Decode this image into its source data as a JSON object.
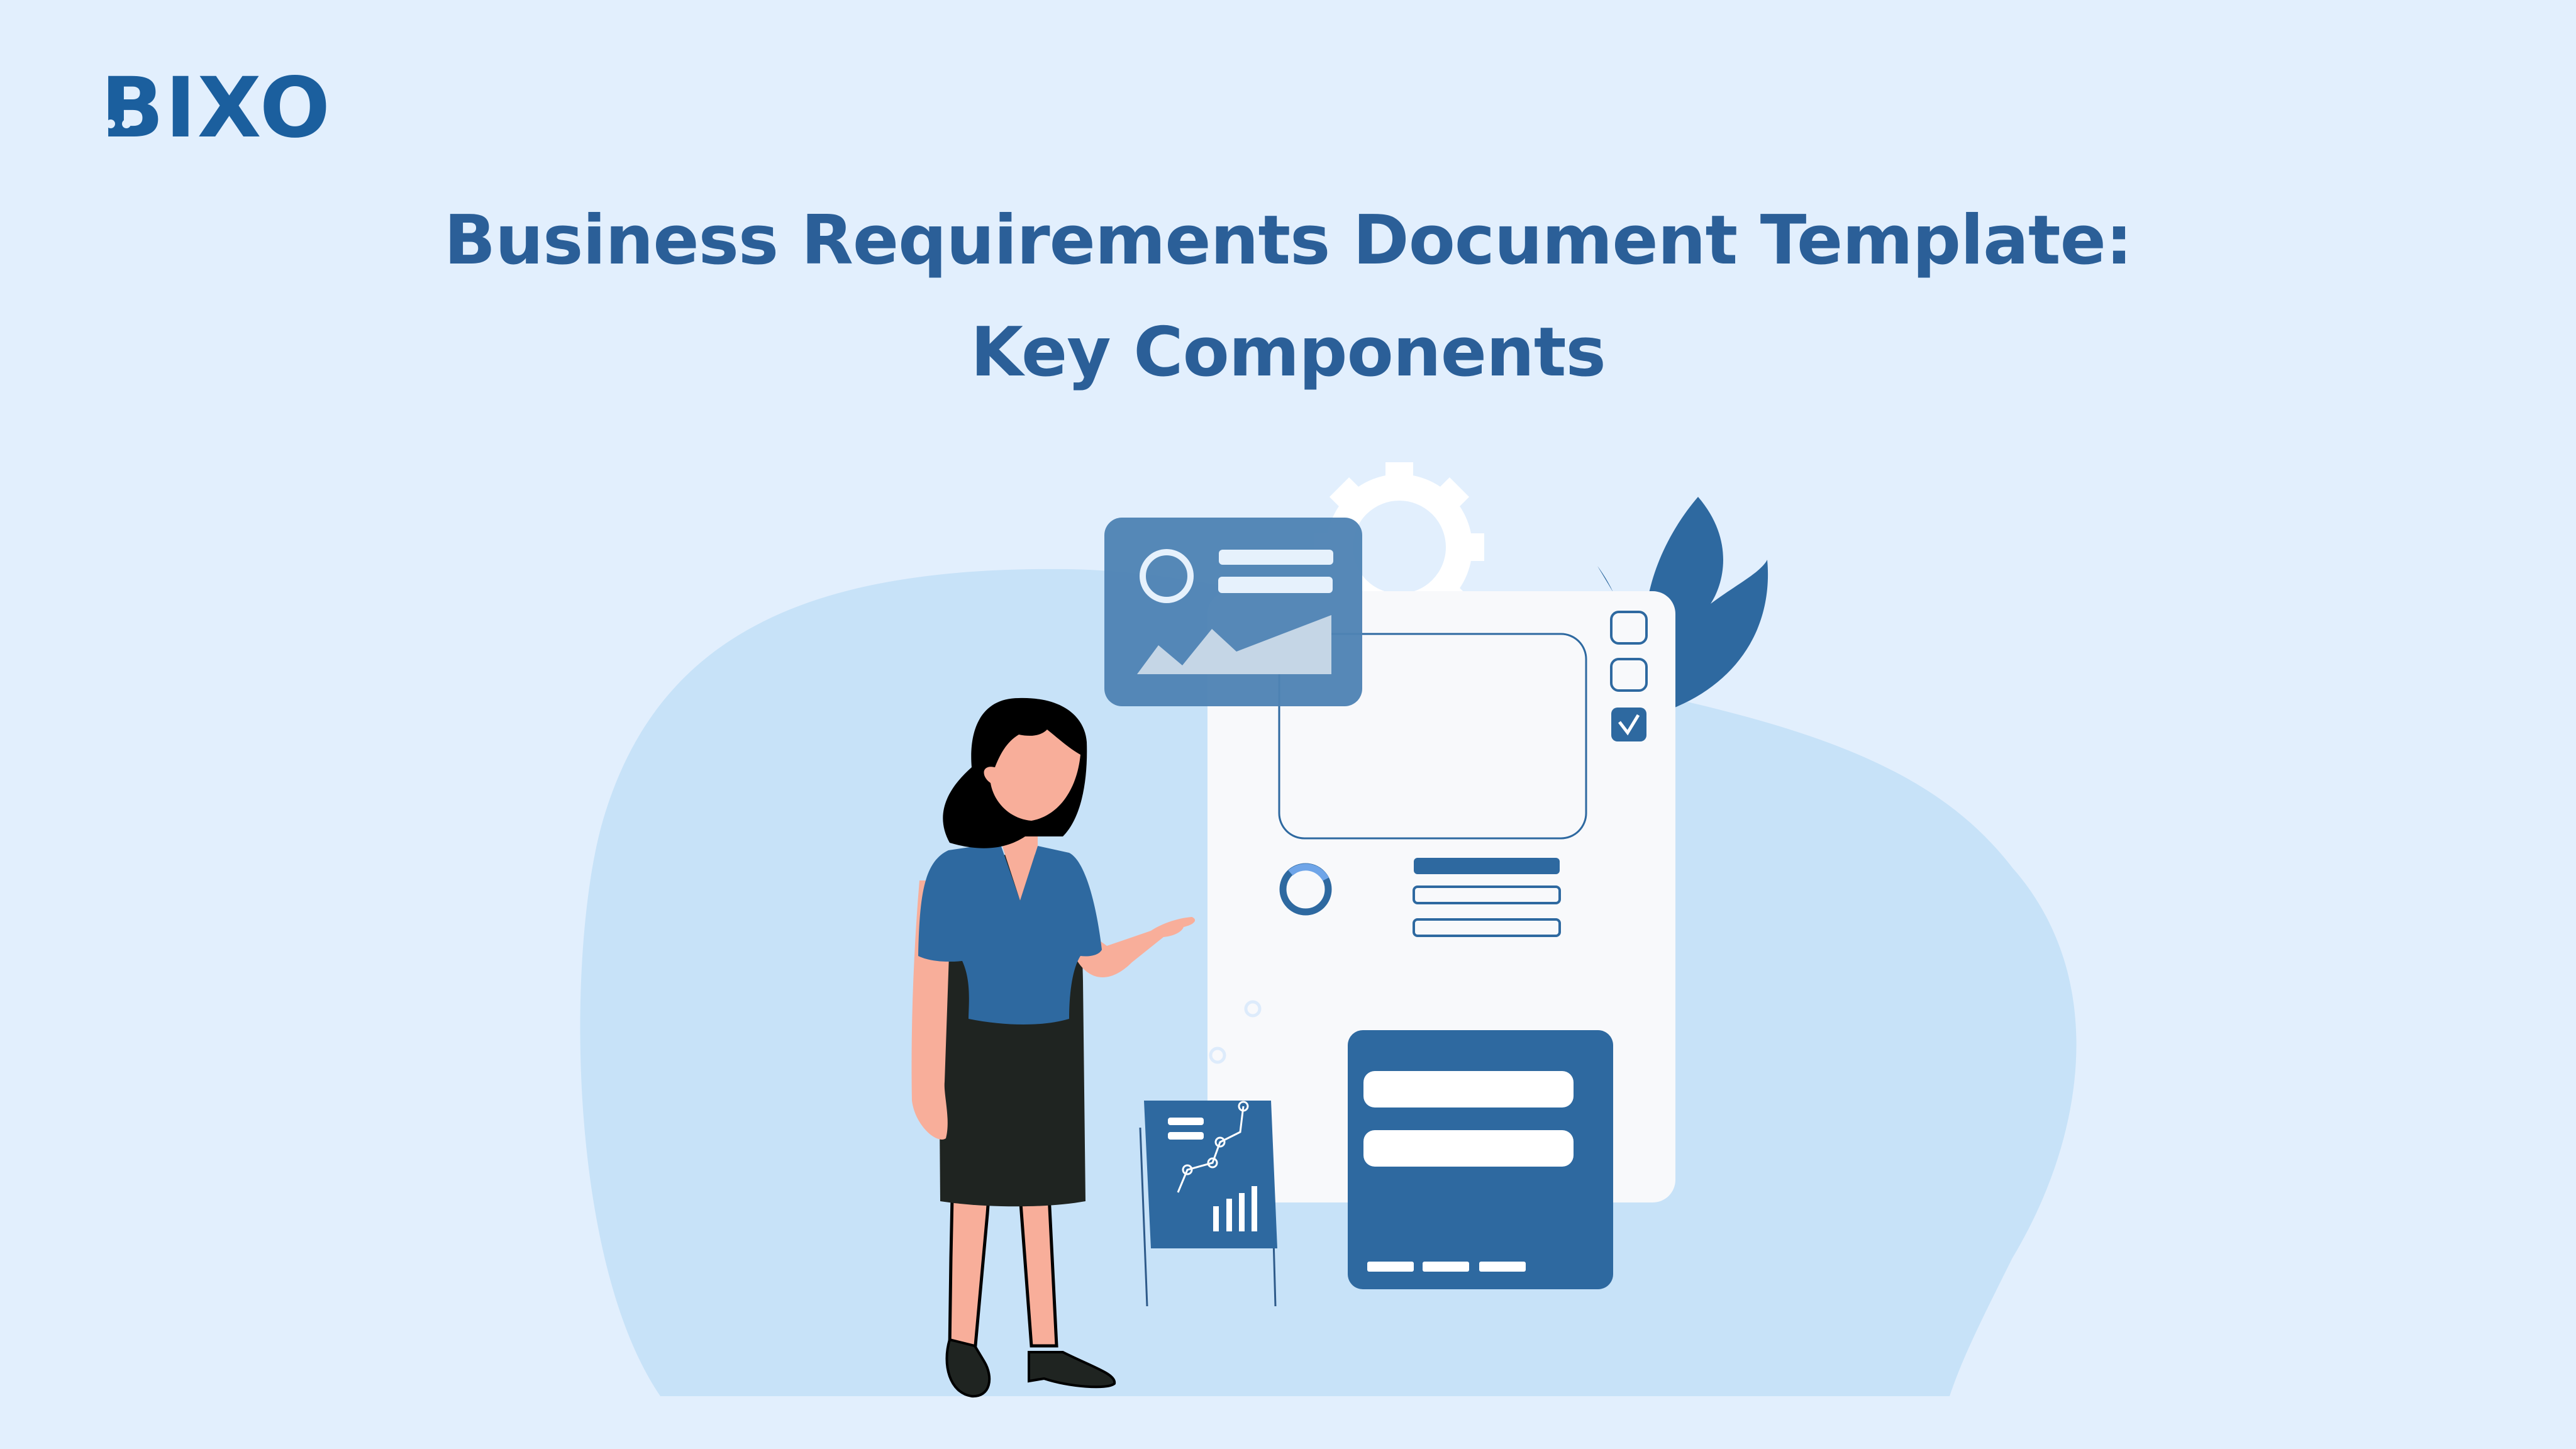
{
  "brand": {
    "logo_text": "BIXO",
    "logo_icon": "robot-face-icon",
    "color": "#1b5f9e"
  },
  "header": {
    "title_line1": "Business Requirements Document Template:",
    "title_line2": "Key Components",
    "title_color": "#2b5f98"
  },
  "illustration": {
    "description": "Woman pointing at a document mockup with form fields, checkboxes, chart card and easel",
    "elements": [
      "background-blob",
      "gear-icon",
      "leaves-icon",
      "document-card",
      "image-card",
      "checkbox-list",
      "progress-ring",
      "form-card",
      "easel-chart",
      "woman-figure"
    ],
    "checkboxes": [
      {
        "checked": false
      },
      {
        "checked": false
      },
      {
        "checked": true
      }
    ],
    "colors": {
      "background": "#e2effd",
      "blob": "#c7e2f8",
      "primary_blue": "#2e69a0",
      "card_blue": "#4f83b4",
      "document_white": "#f8f9fb",
      "skin": "#f8ae9a",
      "skirt": "#1f2421",
      "hair": "#000000"
    }
  }
}
